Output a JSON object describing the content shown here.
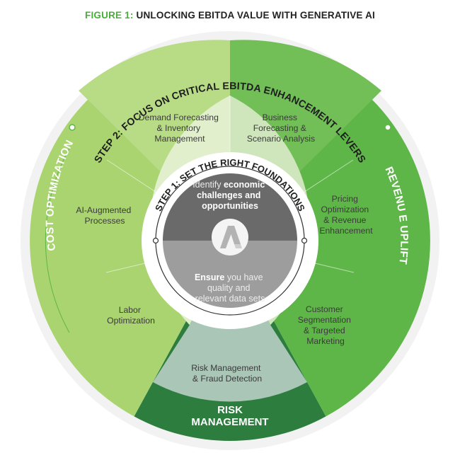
{
  "figure": {
    "label": "FIGURE 1:",
    "title": "UNLOCKING EBITDA VALUE WITH GENERATIVE AI"
  },
  "step2_label": "STEP 2: FOCUS ON CRITICAL EBITDA ENHANCEMENT LEVERS",
  "step1_label": "STEP 1: SET THE RIGHT FOUNDATIONS",
  "pillars": {
    "cost": "COST OPTIMIZATION",
    "revenue": "REVENU E UPLIFT",
    "risk_line1": "RISK",
    "risk_line2": "MANAGEMENT"
  },
  "levers": {
    "demand": [
      "Demand Forecasting",
      "& Inventory",
      "Management"
    ],
    "business": [
      "Business",
      "Forecasting &",
      "Scenario Analysis"
    ],
    "ai": [
      "AI-Augmented",
      "Processes"
    ],
    "pricing": [
      "Pricing",
      "Optimization",
      "& Revenue",
      "Enhancement"
    ],
    "labor": [
      "Labor",
      "Optimization"
    ],
    "customer": [
      "Customer",
      "Segmentation",
      "& Targeted",
      "Marketing"
    ],
    "risk": [
      "Risk Management",
      "& Fraud Detection"
    ]
  },
  "center": {
    "top_pre": "Identify ",
    "top_bold1": "economic",
    "top_bold2": "challenges and",
    "top_bold3": "opportunities",
    "bottom_bold": "Ensure",
    "bottom_rest1": " you have",
    "bottom_line2": "quality and",
    "bottom_line3": "relevant data sets"
  },
  "colors": {
    "cost_ring": "#a9d46f",
    "revenue_ring": "#5fb648",
    "risk_band": "#2d7d3e",
    "cost_inner": "#e1efcd",
    "revenue_inner": "#cfe6bd",
    "risk_inner": "#a9c6b6",
    "center_dark": "#6a6a6a",
    "center_light": "#9d9d9d"
  },
  "icons": {
    "logo": "chevron-a-logo-icon"
  }
}
